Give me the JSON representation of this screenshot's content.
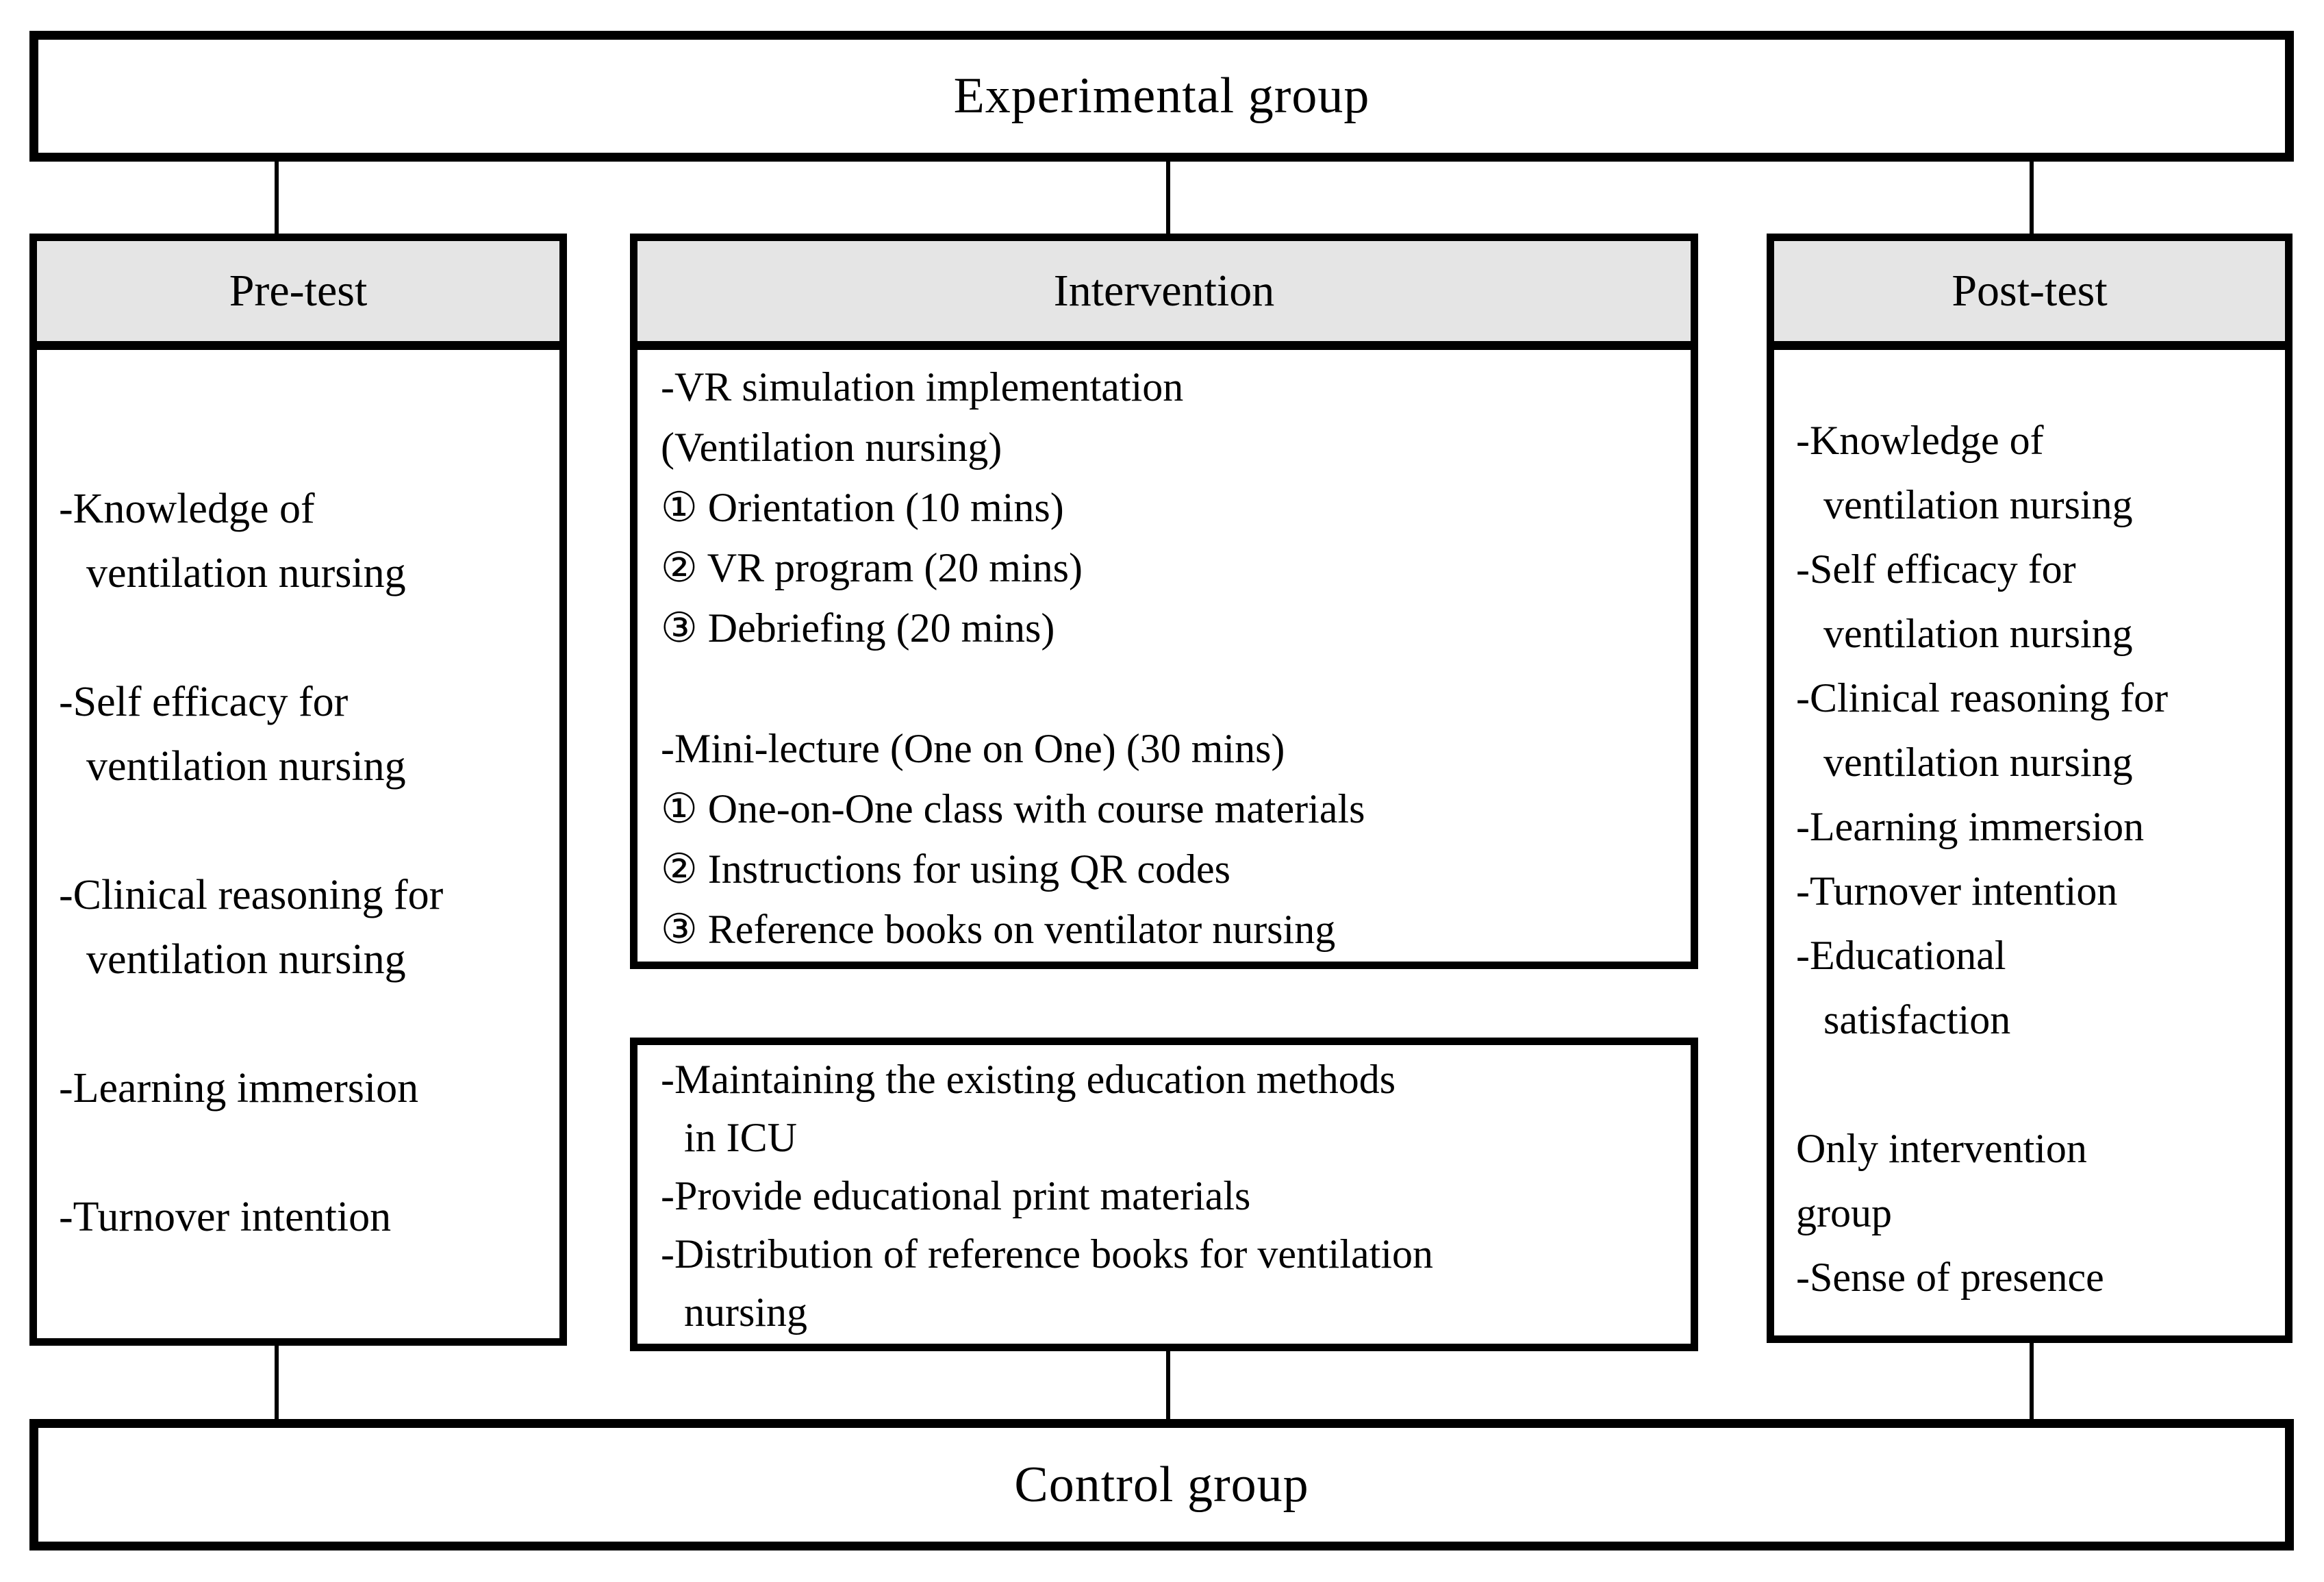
{
  "top_box": {
    "label": "Experimental group"
  },
  "bottom_box": {
    "label": "Control group"
  },
  "colors": {
    "header_background": "#e5e5e5",
    "border": "#000000",
    "background": "#ffffff"
  },
  "pretest": {
    "header": "Pre-test",
    "items": [
      {
        "l1": "-Knowledge of",
        "l2": "ventilation nursing"
      },
      {
        "l1": "-Self efficacy for",
        "l2": "ventilation nursing"
      },
      {
        "l1": "-Clinical reasoning for",
        "l2": "ventilation nursing"
      },
      {
        "l1": "-Learning immersion"
      },
      {
        "l1": "-Turnover intention"
      }
    ]
  },
  "intervention": {
    "header": "Intervention",
    "vr_block": [
      "-VR simulation implementation",
      "(Ventilation nursing)",
      "① Orientation (10 mins)",
      "② VR program (20 mins)",
      "③ Debriefing (20 mins)"
    ],
    "mini_lecture_block": [
      "-Mini-lecture (One on One) (30 mins)",
      "① One-on-One class with course materials",
      "② Instructions for using QR codes",
      "③ Reference books on ventilator nursing"
    ],
    "control_block": [
      "-Maintaining the existing education methods",
      "in ICU",
      "-Provide educational print materials",
      "-Distribution of reference books for ventilation",
      "nursing"
    ]
  },
  "posttest": {
    "header": "Post-test",
    "lines": [
      "-Knowledge of",
      "ventilation nursing",
      "-Self efficacy for",
      "ventilation nursing",
      "-Clinical reasoning for",
      "ventilation nursing",
      "-Learning immersion",
      "-Turnover intention",
      "-Educational",
      "satisfaction"
    ],
    "extra": [
      "Only intervention",
      "group",
      "-Sense of presence"
    ]
  }
}
